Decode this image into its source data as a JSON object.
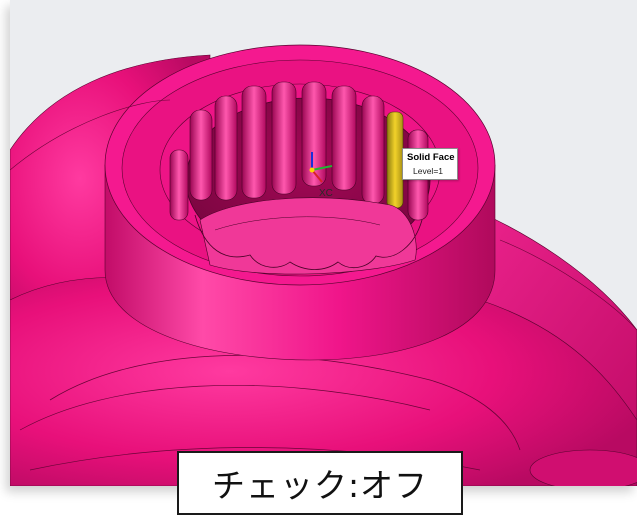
{
  "tooltip": {
    "title": "Solid Face",
    "level": "Level=1"
  },
  "status": {
    "label": "チェック:オフ"
  },
  "colors": {
    "part": "#e8107a",
    "part_dark": "#b00a5c",
    "part_light": "#ff3ea0",
    "highlight_face": "#e6c21a",
    "background": "#ebedf0"
  },
  "icons": {
    "csys": "coordinate-system-triad-icon"
  }
}
